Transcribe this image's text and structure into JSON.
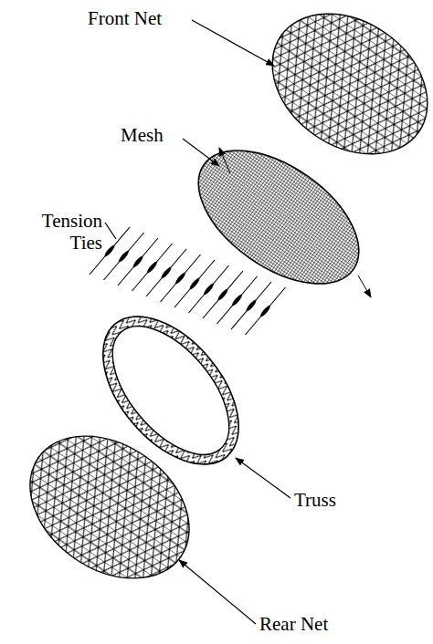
{
  "diagram": {
    "labels": [
      "Front Net",
      "Mesh",
      "Tension Ties",
      "Truss",
      "Rear Net"
    ]
  }
}
